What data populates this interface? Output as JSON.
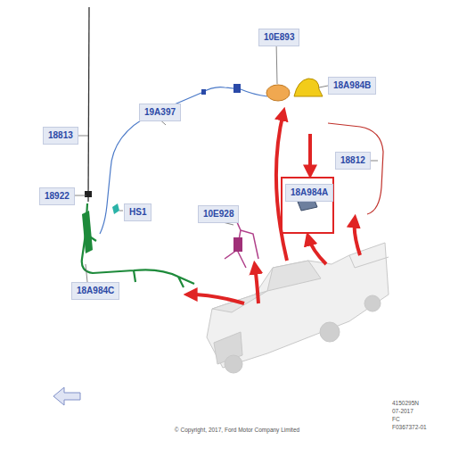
{
  "diagram": {
    "nodes": [
      {
        "text": [
          "10E893"
        ]
      },
      {
        "text": [
          "18A984B"
        ]
      },
      {
        "text": [
          "19A397"
        ]
      },
      {
        "text": [
          "18813"
        ]
      },
      {
        "text": [
          "18812"
        ]
      },
      {
        "text": [
          "18A984A"
        ]
      },
      {
        "text": [
          "18922"
        ]
      },
      {
        "text": [
          "HS1"
        ]
      },
      {
        "text": [
          "10E928"
        ]
      },
      {
        "text": [
          "18A984C"
        ]
      }
    ],
    "labels": [
      "4150295N",
      "07-2017",
      "FC",
      "F0367372-01",
      "© Copyright, 2017, Ford Motor Company Limited"
    ]
  }
}
